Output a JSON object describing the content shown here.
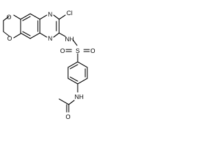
{
  "molecule": {
    "atoms": {
      "o_top": "O",
      "o_bottom": "O",
      "n_ring_top": "N",
      "n_ring_bottom": "N",
      "cl": "Cl",
      "nh_sulfonamide": "NH",
      "s": "S",
      "o_s_left": "O",
      "o_s_right": "O",
      "nh_amide": "NH",
      "o_carbonyl": "O"
    }
  }
}
